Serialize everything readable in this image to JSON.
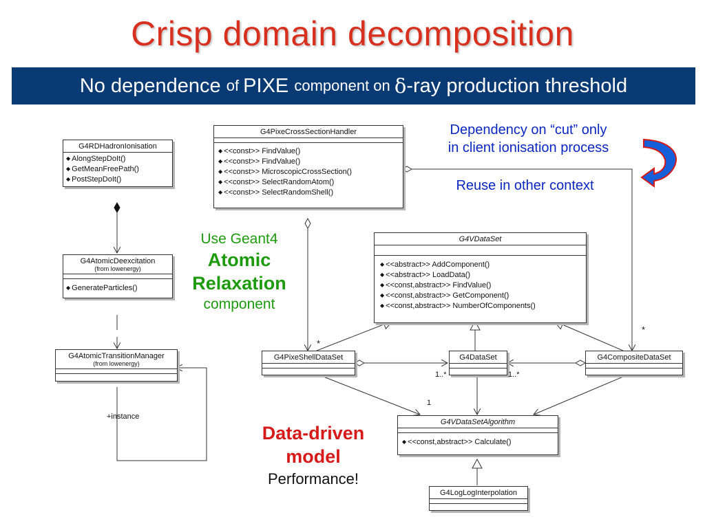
{
  "title": "Crisp domain decomposition",
  "banner": {
    "part1": "No dependence ",
    "part2": "of ",
    "part3": "PIXE ",
    "part4": "component on ",
    "delta": "δ",
    "part5": "-ray production threshold"
  },
  "classes": {
    "rd_hadron": {
      "name": "G4RDHadronIonisation",
      "ops": [
        "AlongStepDoIt()",
        "GetMeanFreePath()",
        "PostStepDoIt()"
      ]
    },
    "atomic_deex": {
      "name": "G4AtomicDeexcitation",
      "pkg": "(from lowenergy)",
      "ops": [
        "GenerateParticles()"
      ]
    },
    "atomic_tm": {
      "name": "G4AtomicTransitionManager",
      "pkg": "(from lowenergy)"
    },
    "pixe_csh": {
      "name": "G4PixeCrossSectionHandler",
      "ops": [
        "<<const>> FindValue()",
        "<<const>> FindValue()",
        "<<const>> MicroscopicCrossSection()",
        "<<const>> SelectRandomAtom()",
        "<<const>> SelectRandomShell()"
      ]
    },
    "vdataset": {
      "name": "G4VDataSet",
      "ops": [
        "<<abstract>> AddComponent()",
        "<<abstract>> LoadData()",
        "<<const,abstract>> FindValue()",
        "<<const,abstract>> GetComponent()",
        "<<const,abstract>> NumberOfComponents()"
      ]
    },
    "pixe_shell": {
      "name": "G4PixeShellDataSet"
    },
    "dataset": {
      "name": "G4DataSet"
    },
    "composite": {
      "name": "G4CompositeDataSet"
    },
    "algorithm": {
      "name": "G4VDataSetAlgorithm",
      "ops": [
        "<<const,abstract>> Calculate()"
      ]
    },
    "loglog": {
      "name": "G4LogLogInterpolation"
    }
  },
  "labels": {
    "instance": "+instance",
    "star1": "*",
    "star2": "*",
    "mult1": "1..*",
    "mult2": "1..*",
    "one": "1"
  },
  "annotations": {
    "dependency_line1": "Dependency on “cut” only",
    "dependency_line2": "in client ionisation process",
    "reuse": "Reuse in other context",
    "use_geant4": "Use Geant4",
    "atomic": "Atomic",
    "relaxation": "Relaxation",
    "component": "component",
    "data_driven": "Data-driven",
    "model": "model",
    "performance": "Performance!"
  },
  "colors": {
    "title": "#d8301e",
    "banner_bg": "#0a3a73",
    "annotation_blue": "#0b27c2",
    "annotation_green": "#1d9a0d",
    "annotation_red": "#d61a1a",
    "arrow_fill": "#1560d8"
  }
}
